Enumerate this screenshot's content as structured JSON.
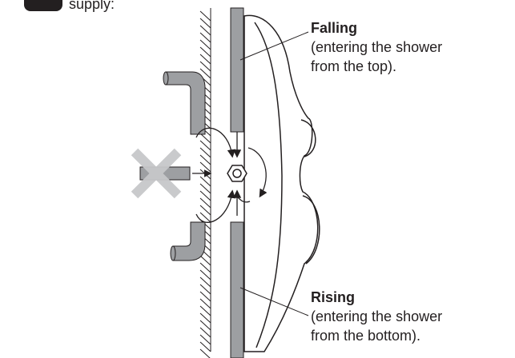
{
  "header": {
    "text": "supply:"
  },
  "labels": {
    "falling": {
      "title": "Falling",
      "line1": "(entering the shower",
      "line2": "from the top)."
    },
    "rising": {
      "title": "Rising",
      "line1": "(entering the shower",
      "line2": "from the bottom)."
    }
  },
  "colors": {
    "pipe_fill": "#9d9fa2",
    "cross": "#c7c8ca",
    "ink": "#231f20",
    "shower_body": "#ffffff"
  },
  "icons": [
    "curved-arrow-icon",
    "cross-icon",
    "inlet-nut-icon"
  ]
}
